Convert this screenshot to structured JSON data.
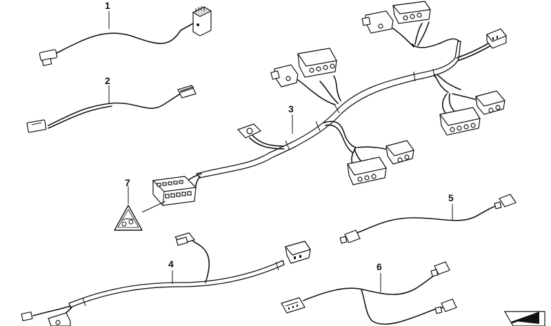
{
  "diagram": {
    "callouts": [
      {
        "id": "1",
        "label": "1"
      },
      {
        "id": "2",
        "label": "2"
      },
      {
        "id": "3",
        "label": "3"
      },
      {
        "id": "4",
        "label": "4"
      },
      {
        "id": "5",
        "label": "5"
      },
      {
        "id": "6",
        "label": "6"
      },
      {
        "id": "7",
        "label": "7"
      }
    ],
    "icons": {
      "warning_triangle": "airbag-warning-triangle-icon",
      "corner_arrow": "navigation-arrow-icon"
    },
    "colors": {
      "line": "#111111",
      "background": "#ffffff",
      "connector_fill": "#ffffff"
    }
  }
}
